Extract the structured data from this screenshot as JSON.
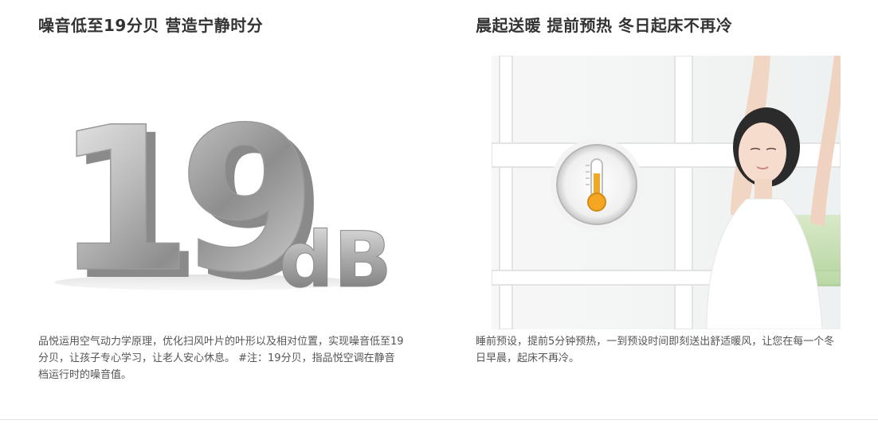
{
  "left_panel": {
    "title": "噪音低至19分贝 营造宁静时分",
    "big_number": "19",
    "unit": "dB",
    "description": "品悦运用空气动力学原理，优化扫风叶片的叶形以及相对位置，实现噪音低至19分贝，让孩子专心学习，让老人安心休息。 #注：19分贝，指品悦空调在静音档运行时的噪音值。"
  },
  "right_panel": {
    "title": "晨起送暖 提前预热 冬日起床不再冷",
    "description": "睡前预设，提前5分钟预热，一到预设时间即刻送出舒适暖风，让您在每一个冬日早晨，起床不再冷。"
  },
  "colors": {
    "thermometer_fill": "#f5a623"
  }
}
